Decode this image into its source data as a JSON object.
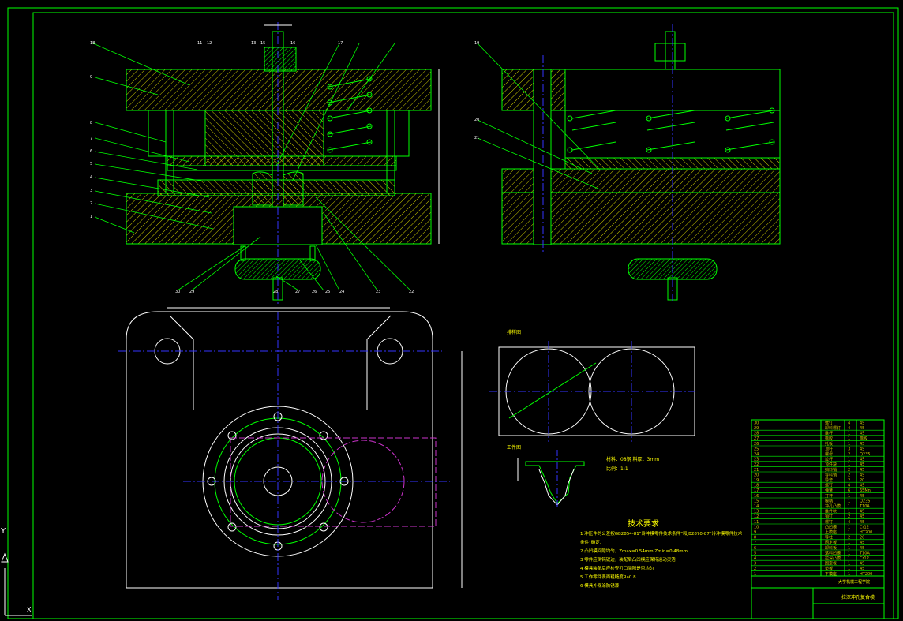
{
  "sheet": {
    "title": "技术要求",
    "notes": [
      "1  冲压件的公差按GB2854-81“冷冲模零件技术条件”和JB2870-87“冷冲模零件技术条件”确定.",
      "2  凸凹模间隙均匀，Zmax=0.54mm  Zmin=0.48mm",
      "3  零件应倒钝锐边，装配后凸凹模应保持运动灵活",
      "4  模具装配后应检查刃口间隙是否均匀",
      "5  工作零件表面粗糙度Ra0.8",
      "6  模具外观涂防锈漆"
    ],
    "material_note": "材料：08钢   料厚：3mm",
    "scale_note": "比例：1:1",
    "layout_label": "排样图",
    "workpiece_label": "工件图",
    "title_block_name": "拉深冲孔复合模",
    "title_block_school": "大学机械工程学院",
    "axis_y": "Y",
    "axis_x": "X"
  },
  "callouts_left": [
    "18",
    "9",
    "8",
    "7",
    "6",
    "5",
    "4",
    "3",
    "2",
    "1"
  ],
  "callouts_top": [
    "11",
    "12",
    "13",
    "15",
    "16",
    "17"
  ],
  "callouts_bottom": [
    "30",
    "29",
    "28",
    "27",
    "26",
    "25",
    "24",
    "23",
    "22"
  ],
  "callouts_right": [
    "19",
    "20",
    "21"
  ],
  "colors": {
    "outline": "#00ff00",
    "center": "#3333ff",
    "hatch": "#cccc00",
    "dim": "#ffffff",
    "spring": "#00ff00",
    "strip": "#cc33cc"
  },
  "parts_list": [
    {
      "no": "30",
      "name": "螺钉",
      "qty": "4",
      "mat": "45"
    },
    {
      "no": "29",
      "name": "卸料螺钉",
      "qty": "4",
      "mat": "45"
    },
    {
      "no": "28",
      "name": "推杆",
      "qty": "1",
      "mat": "45"
    },
    {
      "no": "27",
      "name": "橡胶",
      "qty": "1",
      "mat": "橡胶"
    },
    {
      "no": "26",
      "name": "托板",
      "qty": "1",
      "mat": "45"
    },
    {
      "no": "25",
      "name": "顶杆",
      "qty": "3",
      "mat": "45"
    },
    {
      "no": "24",
      "name": "螺母",
      "qty": "2",
      "mat": "Q235"
    },
    {
      "no": "23",
      "name": "拉杆",
      "qty": "1",
      "mat": "45"
    },
    {
      "no": "22",
      "name": "顶件块",
      "qty": "1",
      "mat": "45"
    },
    {
      "no": "21",
      "name": "挡料销",
      "qty": "2",
      "mat": "45"
    },
    {
      "no": "20",
      "name": "导料销",
      "qty": "2",
      "mat": "45"
    },
    {
      "no": "19",
      "name": "导套",
      "qty": "2",
      "mat": "20"
    },
    {
      "no": "18",
      "name": "螺钉",
      "qty": "4",
      "mat": "45"
    },
    {
      "no": "17",
      "name": "弹簧",
      "qty": "6",
      "mat": "65Mn"
    },
    {
      "no": "16",
      "name": "打杆",
      "qty": "1",
      "mat": "45"
    },
    {
      "no": "15",
      "name": "模柄",
      "qty": "1",
      "mat": "Q235"
    },
    {
      "no": "14",
      "name": "冲孔凸模",
      "qty": "1",
      "mat": "T10A"
    },
    {
      "no": "13",
      "name": "推件块",
      "qty": "1",
      "mat": "45"
    },
    {
      "no": "12",
      "name": "销钉",
      "qty": "2",
      "mat": "45"
    },
    {
      "no": "11",
      "name": "螺钉",
      "qty": "4",
      "mat": "45"
    },
    {
      "no": "10",
      "name": "凸凹模",
      "qty": "1",
      "mat": "Cr12"
    },
    {
      "no": "9",
      "name": "上模座",
      "qty": "1",
      "mat": "HT200"
    },
    {
      "no": "8",
      "name": "导柱",
      "qty": "2",
      "mat": "20"
    },
    {
      "no": "7",
      "name": "固定板",
      "qty": "1",
      "mat": "45"
    },
    {
      "no": "6",
      "name": "卸料板",
      "qty": "1",
      "mat": "45"
    },
    {
      "no": "5",
      "name": "落料凹模",
      "qty": "1",
      "mat": "T10A"
    },
    {
      "no": "4",
      "name": "拉深凸模",
      "qty": "1",
      "mat": "Cr12"
    },
    {
      "no": "3",
      "name": "固定板",
      "qty": "1",
      "mat": "45"
    },
    {
      "no": "2",
      "name": "垫板",
      "qty": "1",
      "mat": "45"
    },
    {
      "no": "1",
      "name": "下模座",
      "qty": "1",
      "mat": "HT200"
    }
  ]
}
